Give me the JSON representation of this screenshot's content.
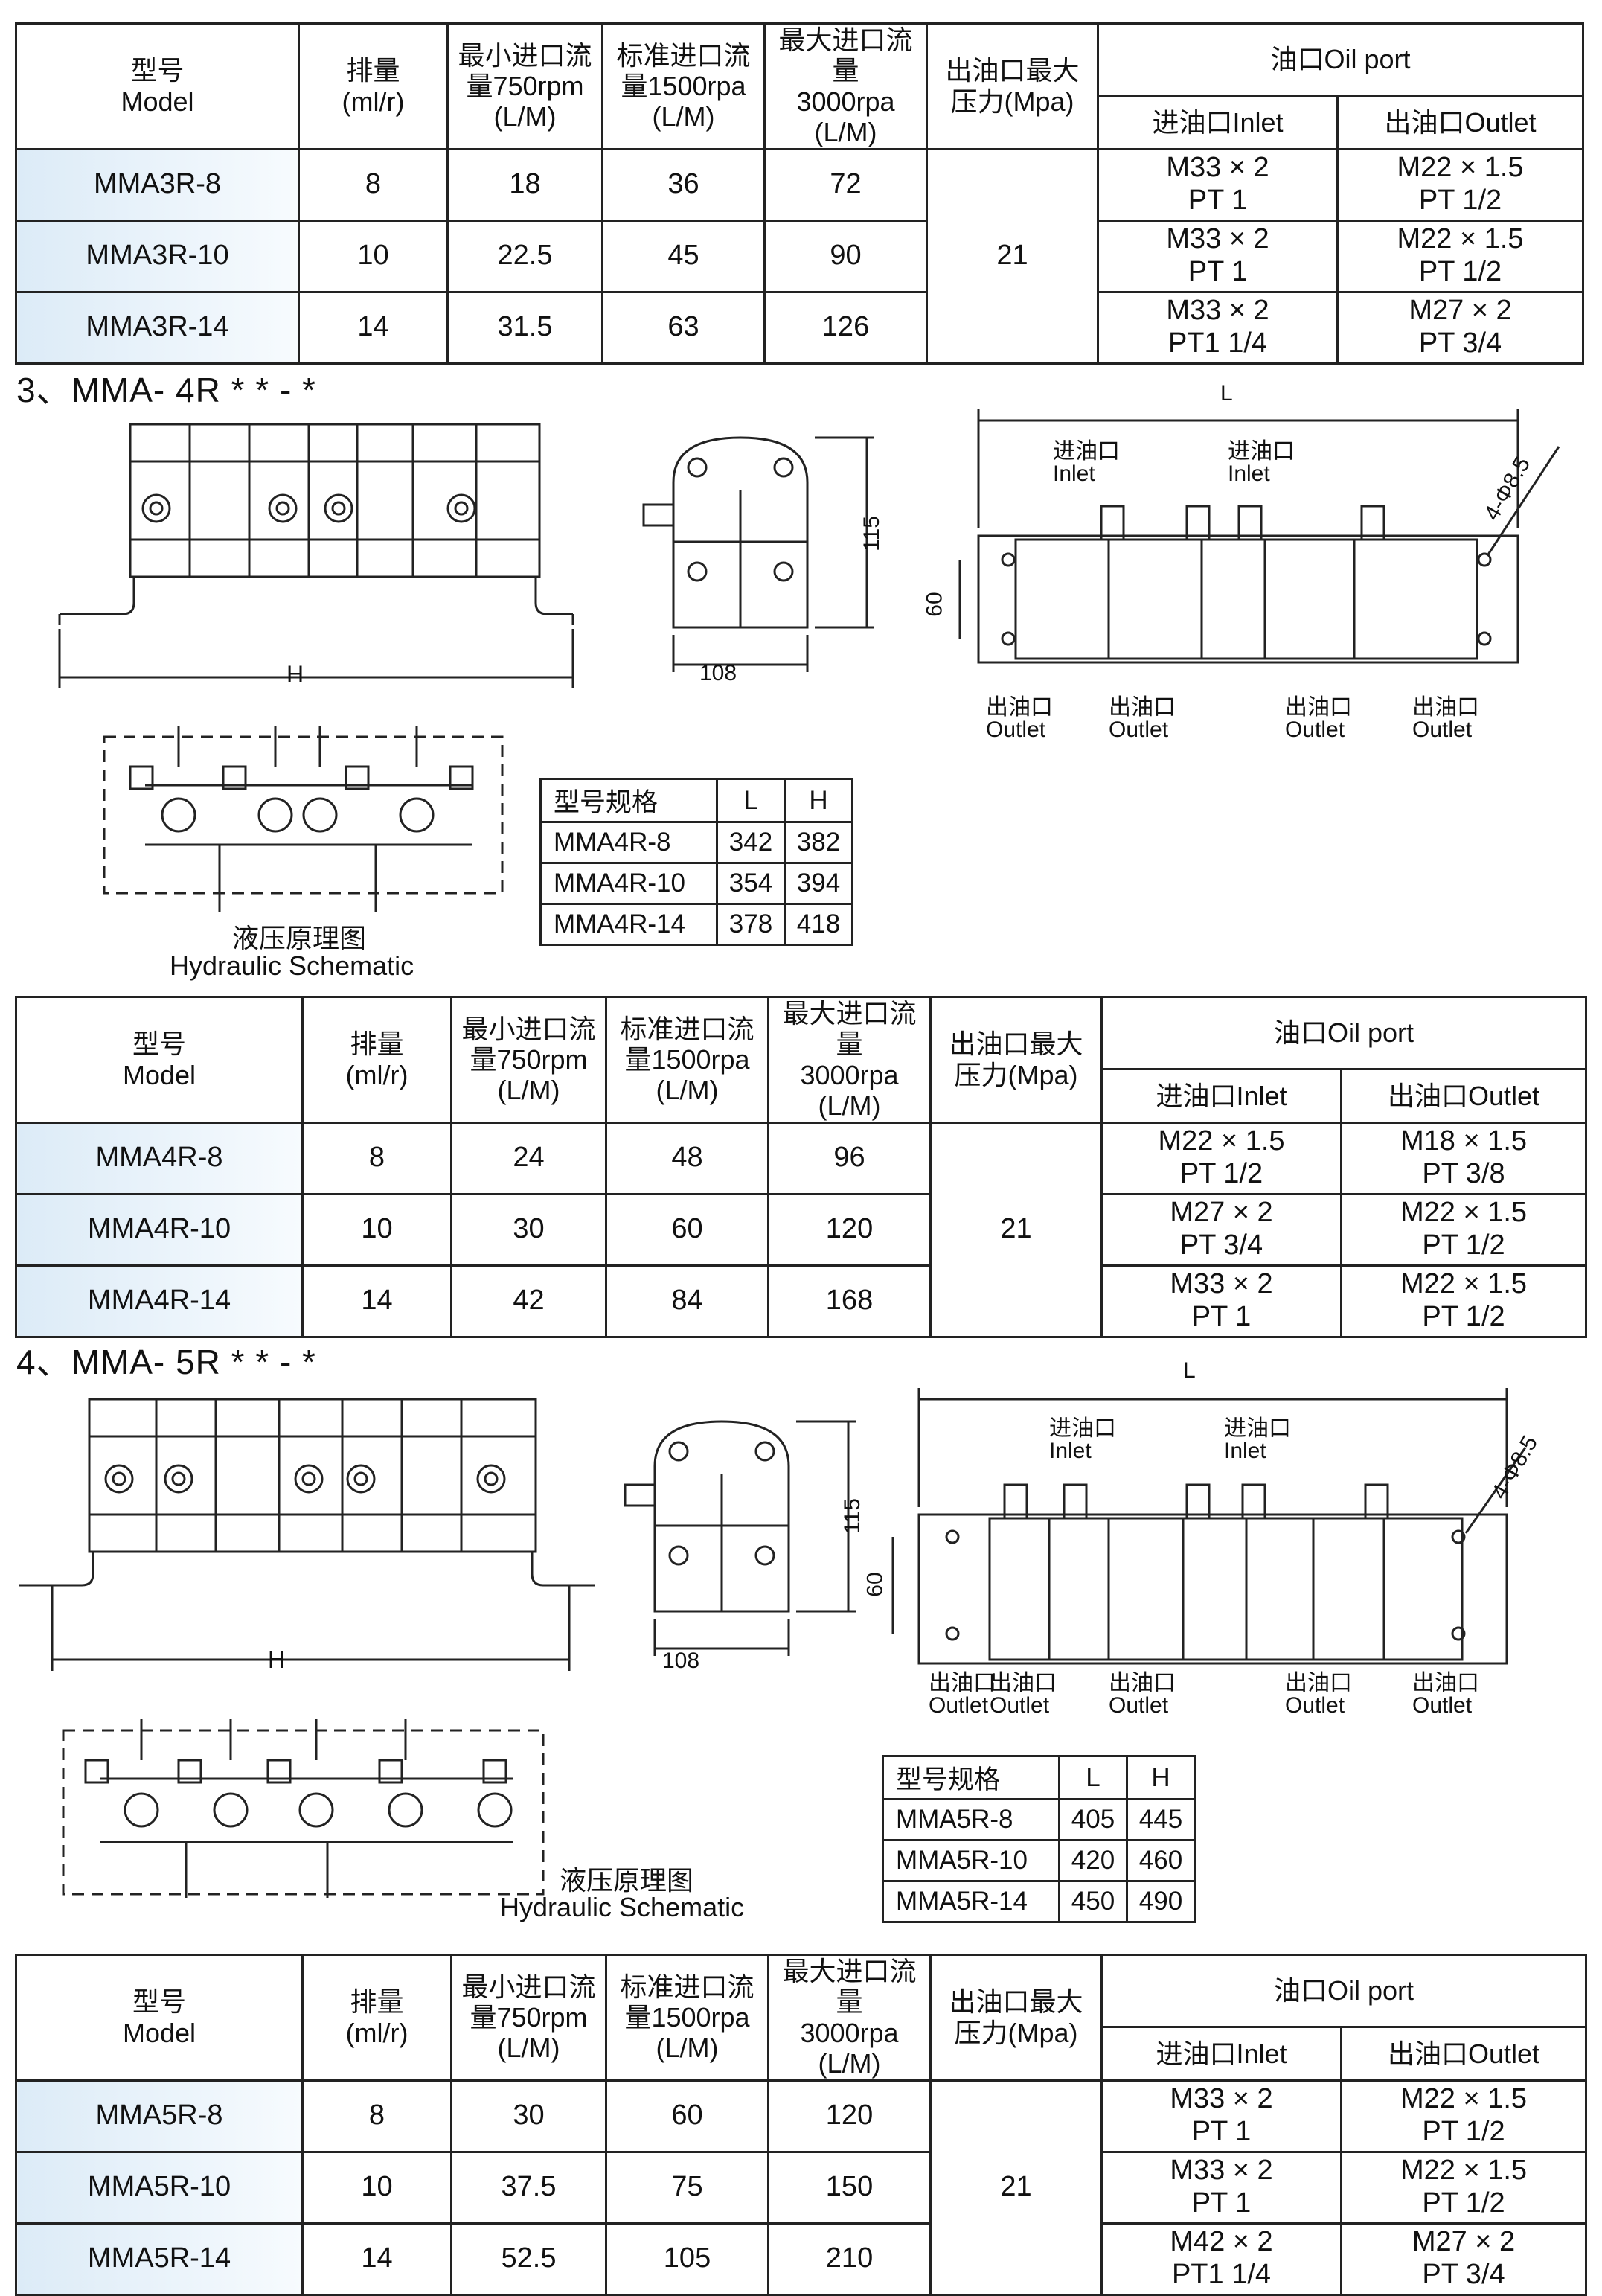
{
  "header_labels": {
    "model_cn": "型号",
    "model_en": "Model",
    "disp_cn": "排量",
    "disp_unit": "(ml/r)",
    "min_flow": [
      "最小进口流",
      "量750rpm",
      "(L/M)"
    ],
    "std_flow": [
      "标准进口流",
      "量1500rpa",
      "(L/M)"
    ],
    "max_flow": [
      "最大进口流量",
      "3000rpa",
      "(L/M)"
    ],
    "pressure": [
      "出油口最大",
      "压力(Mpa)"
    ],
    "oil_port": "油口Oil port",
    "inlet": "进油口Inlet",
    "outlet": "出油口Outlet"
  },
  "tables": [
    {
      "pressure": "21",
      "rows": [
        {
          "model": "MMA3R-8",
          "disp": "8",
          "min": "18",
          "std": "36",
          "max": "72",
          "in1": "M33 × 2",
          "in2": "PT 1",
          "out1": "M22 × 1.5",
          "out2": "PT 1/2"
        },
        {
          "model": "MMA3R-10",
          "disp": "10",
          "min": "22.5",
          "std": "45",
          "max": "90",
          "in1": "M33 × 2",
          "in2": "PT 1",
          "out1": "M22 × 1.5",
          "out2": "PT 1/2"
        },
        {
          "model": "MMA3R-14",
          "disp": "14",
          "min": "31.5",
          "std": "63",
          "max": "126",
          "in1": "M33 × 2",
          "in2": "PT1  1/4",
          "out1": "M27 × 2",
          "out2": "PT 3/4"
        }
      ]
    },
    {
      "pressure": "21",
      "rows": [
        {
          "model": "MMA4R-8",
          "disp": "8",
          "min": "24",
          "std": "48",
          "max": "96",
          "in1": "M22 × 1.5",
          "in2": "PT 1/2",
          "out1": "M18 × 1.5",
          "out2": "PT 3/8"
        },
        {
          "model": "MMA4R-10",
          "disp": "10",
          "min": "30",
          "std": "60",
          "max": "120",
          "in1": "M27 × 2",
          "in2": "PT 3/4",
          "out1": "M22 × 1.5",
          "out2": "PT 1/2"
        },
        {
          "model": "MMA4R-14",
          "disp": "14",
          "min": "42",
          "std": "84",
          "max": "168",
          "in1": "M33 × 2",
          "in2": "PT 1",
          "out1": "M22 × 1.5",
          "out2": "PT 1/2"
        }
      ]
    },
    {
      "pressure": "21",
      "rows": [
        {
          "model": "MMA5R-8",
          "disp": "8",
          "min": "30",
          "std": "60",
          "max": "120",
          "in1": "M33 × 2",
          "in2": "PT 1",
          "out1": "M22 × 1.5",
          "out2": "PT 1/2"
        },
        {
          "model": "MMA5R-10",
          "disp": "10",
          "min": "37.5",
          "std": "75",
          "max": "150",
          "in1": "M33 × 2",
          "in2": "PT 1",
          "out1": "M22 × 1.5",
          "out2": "PT 1/2"
        },
        {
          "model": "MMA5R-14",
          "disp": "14",
          "min": "52.5",
          "std": "105",
          "max": "210",
          "in1": "M42 × 2",
          "in2": "PT1  1/4",
          "out1": "M27 × 2",
          "out2": "PT 3/4"
        }
      ]
    }
  ],
  "sections": [
    {
      "title": "3、MMA- 4R * * - *"
    },
    {
      "title": "4、MMA- 5R * * - *"
    }
  ],
  "drawing_labels": {
    "H": "H",
    "L": "L",
    "d115": "115",
    "d108": "108",
    "d60": "60",
    "hole": "4-Φ8.5",
    "inlet_cn": "进油口",
    "inlet_en": "Inlet",
    "outlet_cn": "出油口",
    "outlet_en": "Outlet",
    "schematic_cn": "液压原理图",
    "schematic_en": "Hydraulic Schematic"
  },
  "dim_tables": [
    {
      "head": [
        "型号规格",
        "L",
        "H"
      ],
      "rows": [
        [
          "MMA4R-8",
          "342",
          "382"
        ],
        [
          "MMA4R-10",
          "354",
          "394"
        ],
        [
          "MMA4R-14",
          "378",
          "418"
        ]
      ]
    },
    {
      "head": [
        "型号规格",
        "L",
        "H"
      ],
      "rows": [
        [
          "MMA5R-8",
          "405",
          "445"
        ],
        [
          "MMA5R-10",
          "420",
          "460"
        ],
        [
          "MMA5R-14",
          "450",
          "490"
        ]
      ]
    }
  ]
}
